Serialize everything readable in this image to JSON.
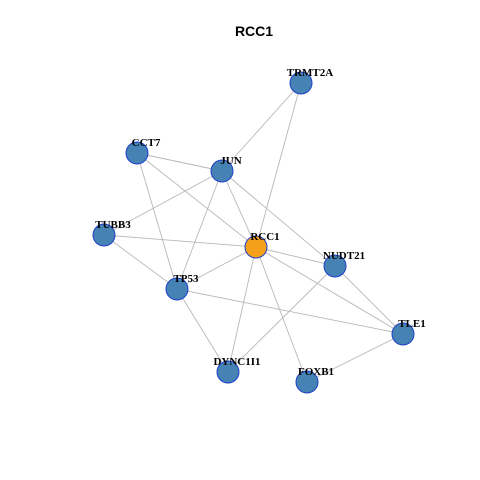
{
  "title": "RCC1",
  "colors": {
    "node_fill": "#4682b4",
    "center_fill": "#f5a01a",
    "node_stroke": "#1f3fc8",
    "edge": "#b8b8b8"
  },
  "nodes": [
    {
      "id": "TRMT2A",
      "label": "TRMT2A",
      "center": false
    },
    {
      "id": "CCT7",
      "label": "CCT7",
      "center": false
    },
    {
      "id": "JUN",
      "label": "JUN",
      "center": false
    },
    {
      "id": "TUBB3",
      "label": "TUBB3",
      "center": false
    },
    {
      "id": "RCC1",
      "label": "RCC1",
      "center": true
    },
    {
      "id": "NUDT21",
      "label": "NUDT21",
      "center": false
    },
    {
      "id": "TP53",
      "label": "TP53",
      "center": false
    },
    {
      "id": "TLE1",
      "label": "TLE1",
      "center": false
    },
    {
      "id": "DYNC1I1",
      "label": "DYNC1I1",
      "center": false
    },
    {
      "id": "FOXB1",
      "label": "FOXB1",
      "center": false
    }
  ],
  "edges": [
    [
      "TRMT2A",
      "JUN"
    ],
    [
      "TRMT2A",
      "RCC1"
    ],
    [
      "CCT7",
      "JUN"
    ],
    [
      "CCT7",
      "RCC1"
    ],
    [
      "CCT7",
      "TP53"
    ],
    [
      "JUN",
      "TUBB3"
    ],
    [
      "JUN",
      "RCC1"
    ],
    [
      "JUN",
      "TP53"
    ],
    [
      "JUN",
      "NUDT21"
    ],
    [
      "TUBB3",
      "RCC1"
    ],
    [
      "TUBB3",
      "TP53"
    ],
    [
      "RCC1",
      "TP53"
    ],
    [
      "RCC1",
      "NUDT21"
    ],
    [
      "RCC1",
      "TLE1"
    ],
    [
      "RCC1",
      "DYNC1I1"
    ],
    [
      "RCC1",
      "FOXB1"
    ],
    [
      "NUDT21",
      "TLE1"
    ],
    [
      "NUDT21",
      "DYNC1I1"
    ],
    [
      "TP53",
      "DYNC1I1"
    ],
    [
      "TP53",
      "TLE1"
    ],
    [
      "TLE1",
      "FOXB1"
    ]
  ]
}
